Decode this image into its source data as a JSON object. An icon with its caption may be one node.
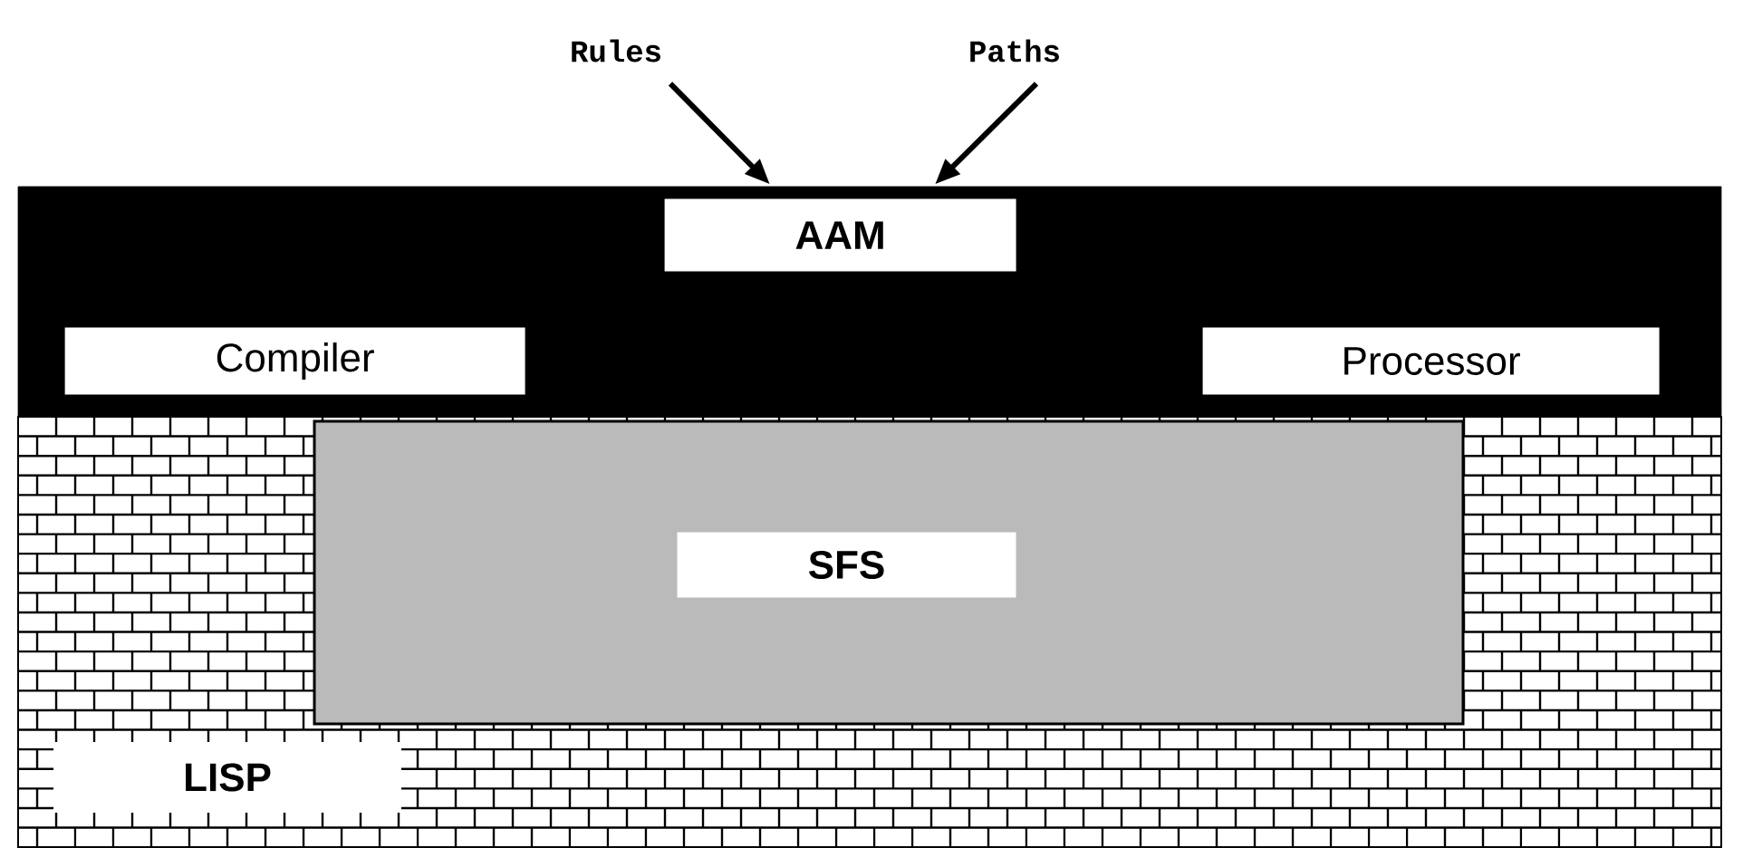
{
  "diagram": {
    "nodes": [
      {
        "text": [],
        "shape": "box"
      },
      {
        "text": [
          "AAM"
        ],
        "in": 0
      },
      {
        "text": [
          "Compiler"
        ],
        "in": 0
      },
      {
        "text": [
          "Processor"
        ],
        "in": 0
      },
      {
        "text": [],
        "shape": "box"
      },
      {
        "text": [],
        "shape": "box",
        "in": 4
      },
      {
        "text": [
          "SFS"
        ],
        "in": 5
      },
      {
        "text": [
          "LISP"
        ],
        "in": 4
      },
      {
        "text": [
          "Rules"
        ]
      },
      {
        "text": [
          "Paths"
        ]
      }
    ],
    "edges": [
      {
        "from": 8,
        "to": 0,
        "arrow": "to"
      },
      {
        "from": 9,
        "to": 0,
        "arrow": "to"
      }
    ]
  }
}
